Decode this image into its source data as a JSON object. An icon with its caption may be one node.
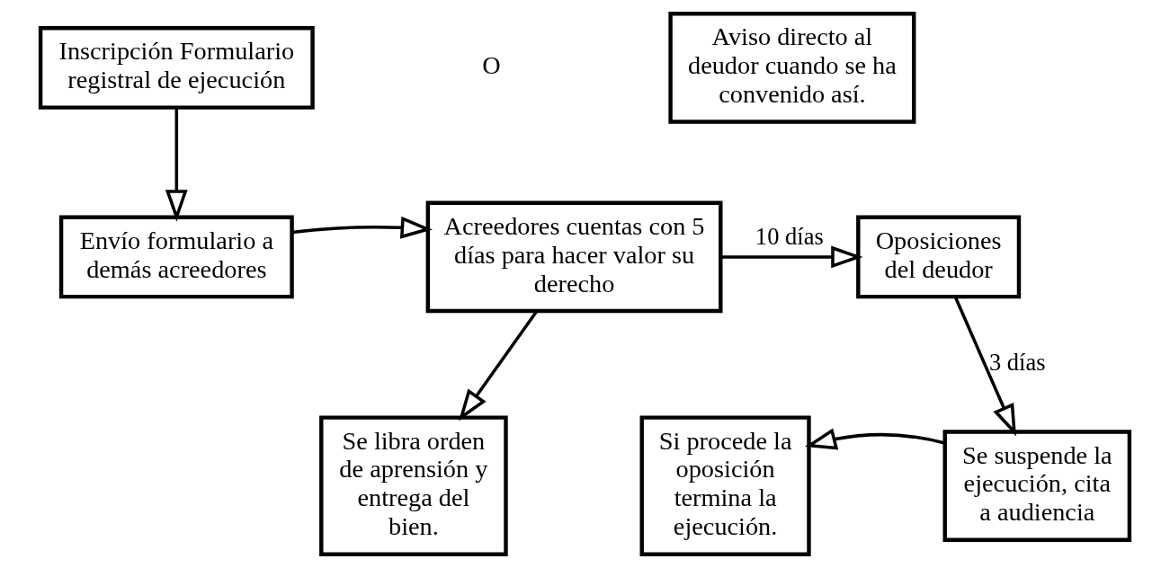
{
  "diagram": {
    "nodes": [
      {
        "text": [
          "Inscripción Formulario registral de ejecución"
        ]
      },
      {
        "text": [
          "Aviso directo al deudor cuando se ha convenido así."
        ]
      },
      {
        "text": [
          "Envío formulario a demás acreedores"
        ]
      },
      {
        "text": [
          "Acreedores cuentas con 5 días para hacer valor su derecho"
        ]
      },
      {
        "text": [
          "Oposiciones del deudor"
        ]
      },
      {
        "text": [
          "Se libra orden de aprensión y entrega del bien."
        ]
      },
      {
        "text": [
          "Si procede la oposición termina la ejecución."
        ]
      },
      {
        "text": [
          "Se suspende la ejecución, cita a audiencia"
        ]
      }
    ],
    "edges": [
      {
        "from": 0,
        "to": 2,
        "arrow": "to"
      },
      {
        "from": 2,
        "to": 3,
        "arrow": "to"
      },
      {
        "from": 3,
        "to": 4,
        "arrow": "to",
        "label": "10 días"
      },
      {
        "from": 3,
        "to": 5,
        "arrow": "to"
      },
      {
        "from": 4,
        "to": 7,
        "arrow": "to",
        "label": "3 días"
      },
      {
        "from": 7,
        "to": 6,
        "arrow": "to"
      }
    ],
    "labels": [
      "O"
    ]
  }
}
